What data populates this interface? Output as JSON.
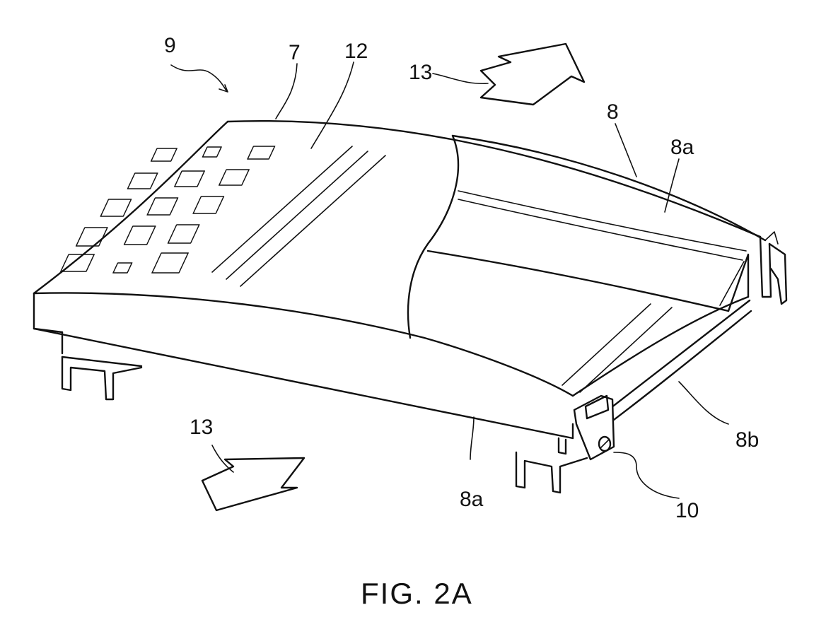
{
  "caption": "FIG. 2A",
  "labels": {
    "assembly": "9",
    "cover": "7",
    "rail": "8",
    "side_wall_back": "8a",
    "side_wall_front": "8a",
    "end_wall": "8b",
    "fastener": "10",
    "vent_hole": "12",
    "arrow_back": "13",
    "arrow_front": "13"
  }
}
